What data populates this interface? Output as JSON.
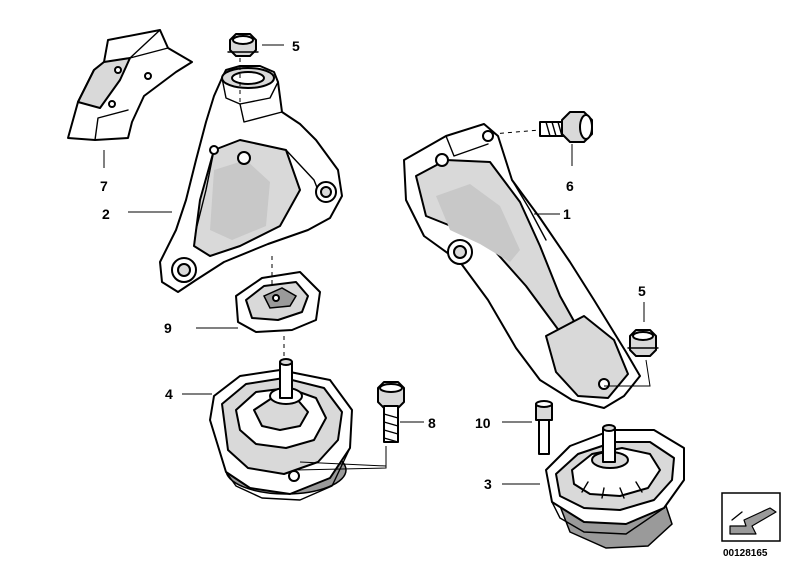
{
  "callouts": {
    "c1": "1",
    "c2": "2",
    "c3": "3",
    "c4": "4",
    "c5_top": "5",
    "c5_right": "5",
    "c6": "6",
    "c7": "7",
    "c8": "8",
    "c9": "9",
    "c10": "10"
  },
  "diagram_id": "00128165"
}
